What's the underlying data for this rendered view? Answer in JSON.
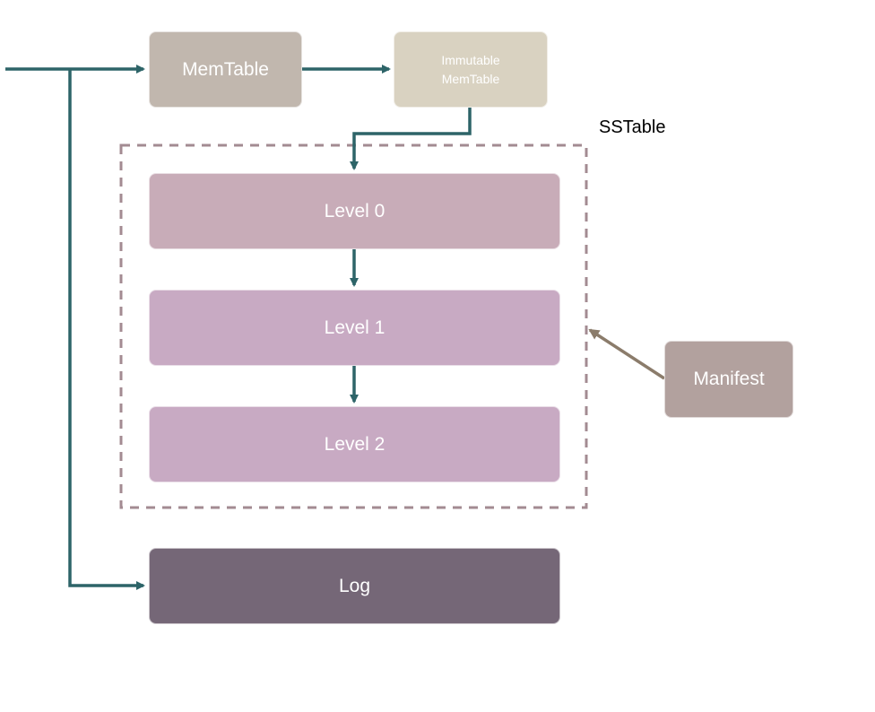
{
  "nodes": {
    "memtable": {
      "label": "MemTable",
      "color": "#c1b7ae"
    },
    "immutable": {
      "label": "Immutable\nMemTable",
      "color": "#d9d2c1"
    },
    "level0": {
      "label": "Level 0",
      "color": "#c8acb8"
    },
    "level1": {
      "label": "Level 1",
      "color": "#c8aac3"
    },
    "level2": {
      "label": "Level 2",
      "color": "#c8aac3"
    },
    "manifest": {
      "label": "Manifest",
      "color": "#b2a19e"
    },
    "log": {
      "label": "Log",
      "color": "#756777"
    }
  },
  "group": {
    "label": "SSTable",
    "border_color": "#a38b92"
  },
  "colors": {
    "flow_arrow": "#2d6468",
    "manifest_arrow": "#8b7c6b",
    "node_text": "#ffffff"
  }
}
